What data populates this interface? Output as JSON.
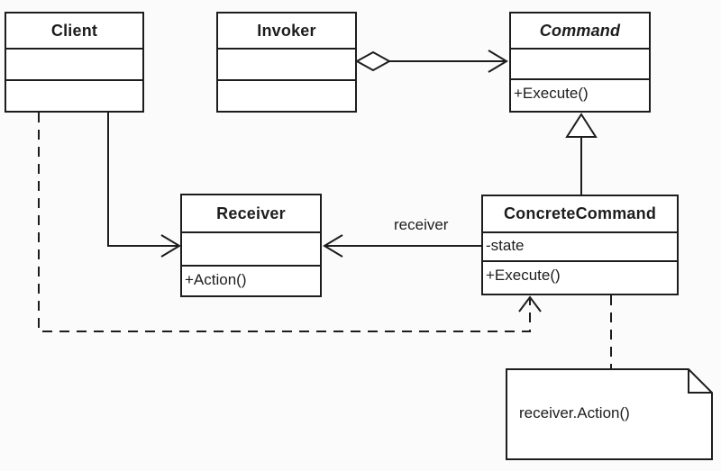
{
  "diagram": {
    "type": "uml-class-diagram",
    "classes": [
      {
        "name": "Client",
        "abstract": false,
        "attributes": [],
        "methods": []
      },
      {
        "name": "Invoker",
        "abstract": false,
        "attributes": [],
        "methods": []
      },
      {
        "name": "Command",
        "abstract": true,
        "attributes": [],
        "methods": [
          "+Execute()"
        ]
      },
      {
        "name": "Receiver",
        "abstract": false,
        "attributes": [],
        "methods": [
          "+Action()"
        ]
      },
      {
        "name": "ConcreteCommand",
        "abstract": false,
        "attributes": [
          "-state"
        ],
        "methods": [
          "+Execute()"
        ]
      }
    ],
    "relationships": [
      {
        "type": "aggregation",
        "from": "Invoker",
        "to": "Command"
      },
      {
        "type": "generalization",
        "from": "ConcreteCommand",
        "to": "Command"
      },
      {
        "type": "directed-association",
        "from": "ConcreteCommand",
        "to": "Receiver",
        "label": "receiver"
      },
      {
        "type": "directed-association",
        "from": "Client",
        "to": "Receiver"
      },
      {
        "type": "dependency",
        "from": "Client",
        "to": "ConcreteCommand"
      }
    ],
    "note": {
      "text": "receiver.Action()",
      "attached_to": "ConcreteCommand"
    },
    "colors": {
      "line": "#1d1d1d",
      "box_fill": "#ffffff",
      "background": "#fbfbfb"
    }
  }
}
